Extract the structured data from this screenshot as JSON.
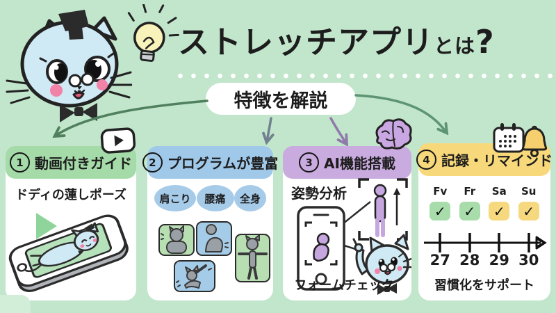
{
  "header": {
    "title_main": "ストレッチアプリ",
    "title_small": "とは",
    "title_q": "?",
    "subtitle": "特徴を解説"
  },
  "cards": [
    {
      "number": "1",
      "title": "動画付きガイド",
      "caption": "ドディの蓮しポーズ"
    },
    {
      "number": "2",
      "title": "プログラムが豊富",
      "tags": [
        "肩こり",
        "腰痛",
        "全身"
      ]
    },
    {
      "number": "3",
      "title": "AI機能搭載",
      "label_top": "姿勢分析",
      "label_bottom": "フォームチェック"
    },
    {
      "number": "4",
      "title": "記録・リマインド",
      "days": [
        "Fv",
        "Fr",
        "Sa",
        "Su"
      ],
      "checks": [
        "✓",
        "✓",
        "✓",
        "✓"
      ],
      "dates": [
        "27",
        "28",
        "29",
        "30"
      ],
      "caption": "習慣化をサポート"
    }
  ],
  "icons": {
    "mascot": "professor-cat-icon",
    "idea": "lightbulb-icon",
    "video": "play-video-icon",
    "ai": "brain-icon",
    "record": "calendar-icon",
    "remind": "bell-icon",
    "card1_art": "phone-with-lying-cat-illustration",
    "card3_art": "posture-scan-phone-and-figure",
    "card4_art": "timeline-arrow"
  },
  "colors": {
    "background": "#c2e6cc",
    "card1_header": "#a5dba8",
    "card2_header": "#9fc8e9",
    "card3_header": "#c9abdf",
    "card4_header": "#f7d87a",
    "tag_blue": "#a6cbe9",
    "tile_green": "#b7dfb2",
    "tile_blue": "#a4cbe7",
    "check_green": "#a8dcab",
    "check_yellow": "#f6d87e",
    "figure_purple": "#c5a6de",
    "cat_blue": "#cfe9f5",
    "text": "#1d1d1d"
  }
}
